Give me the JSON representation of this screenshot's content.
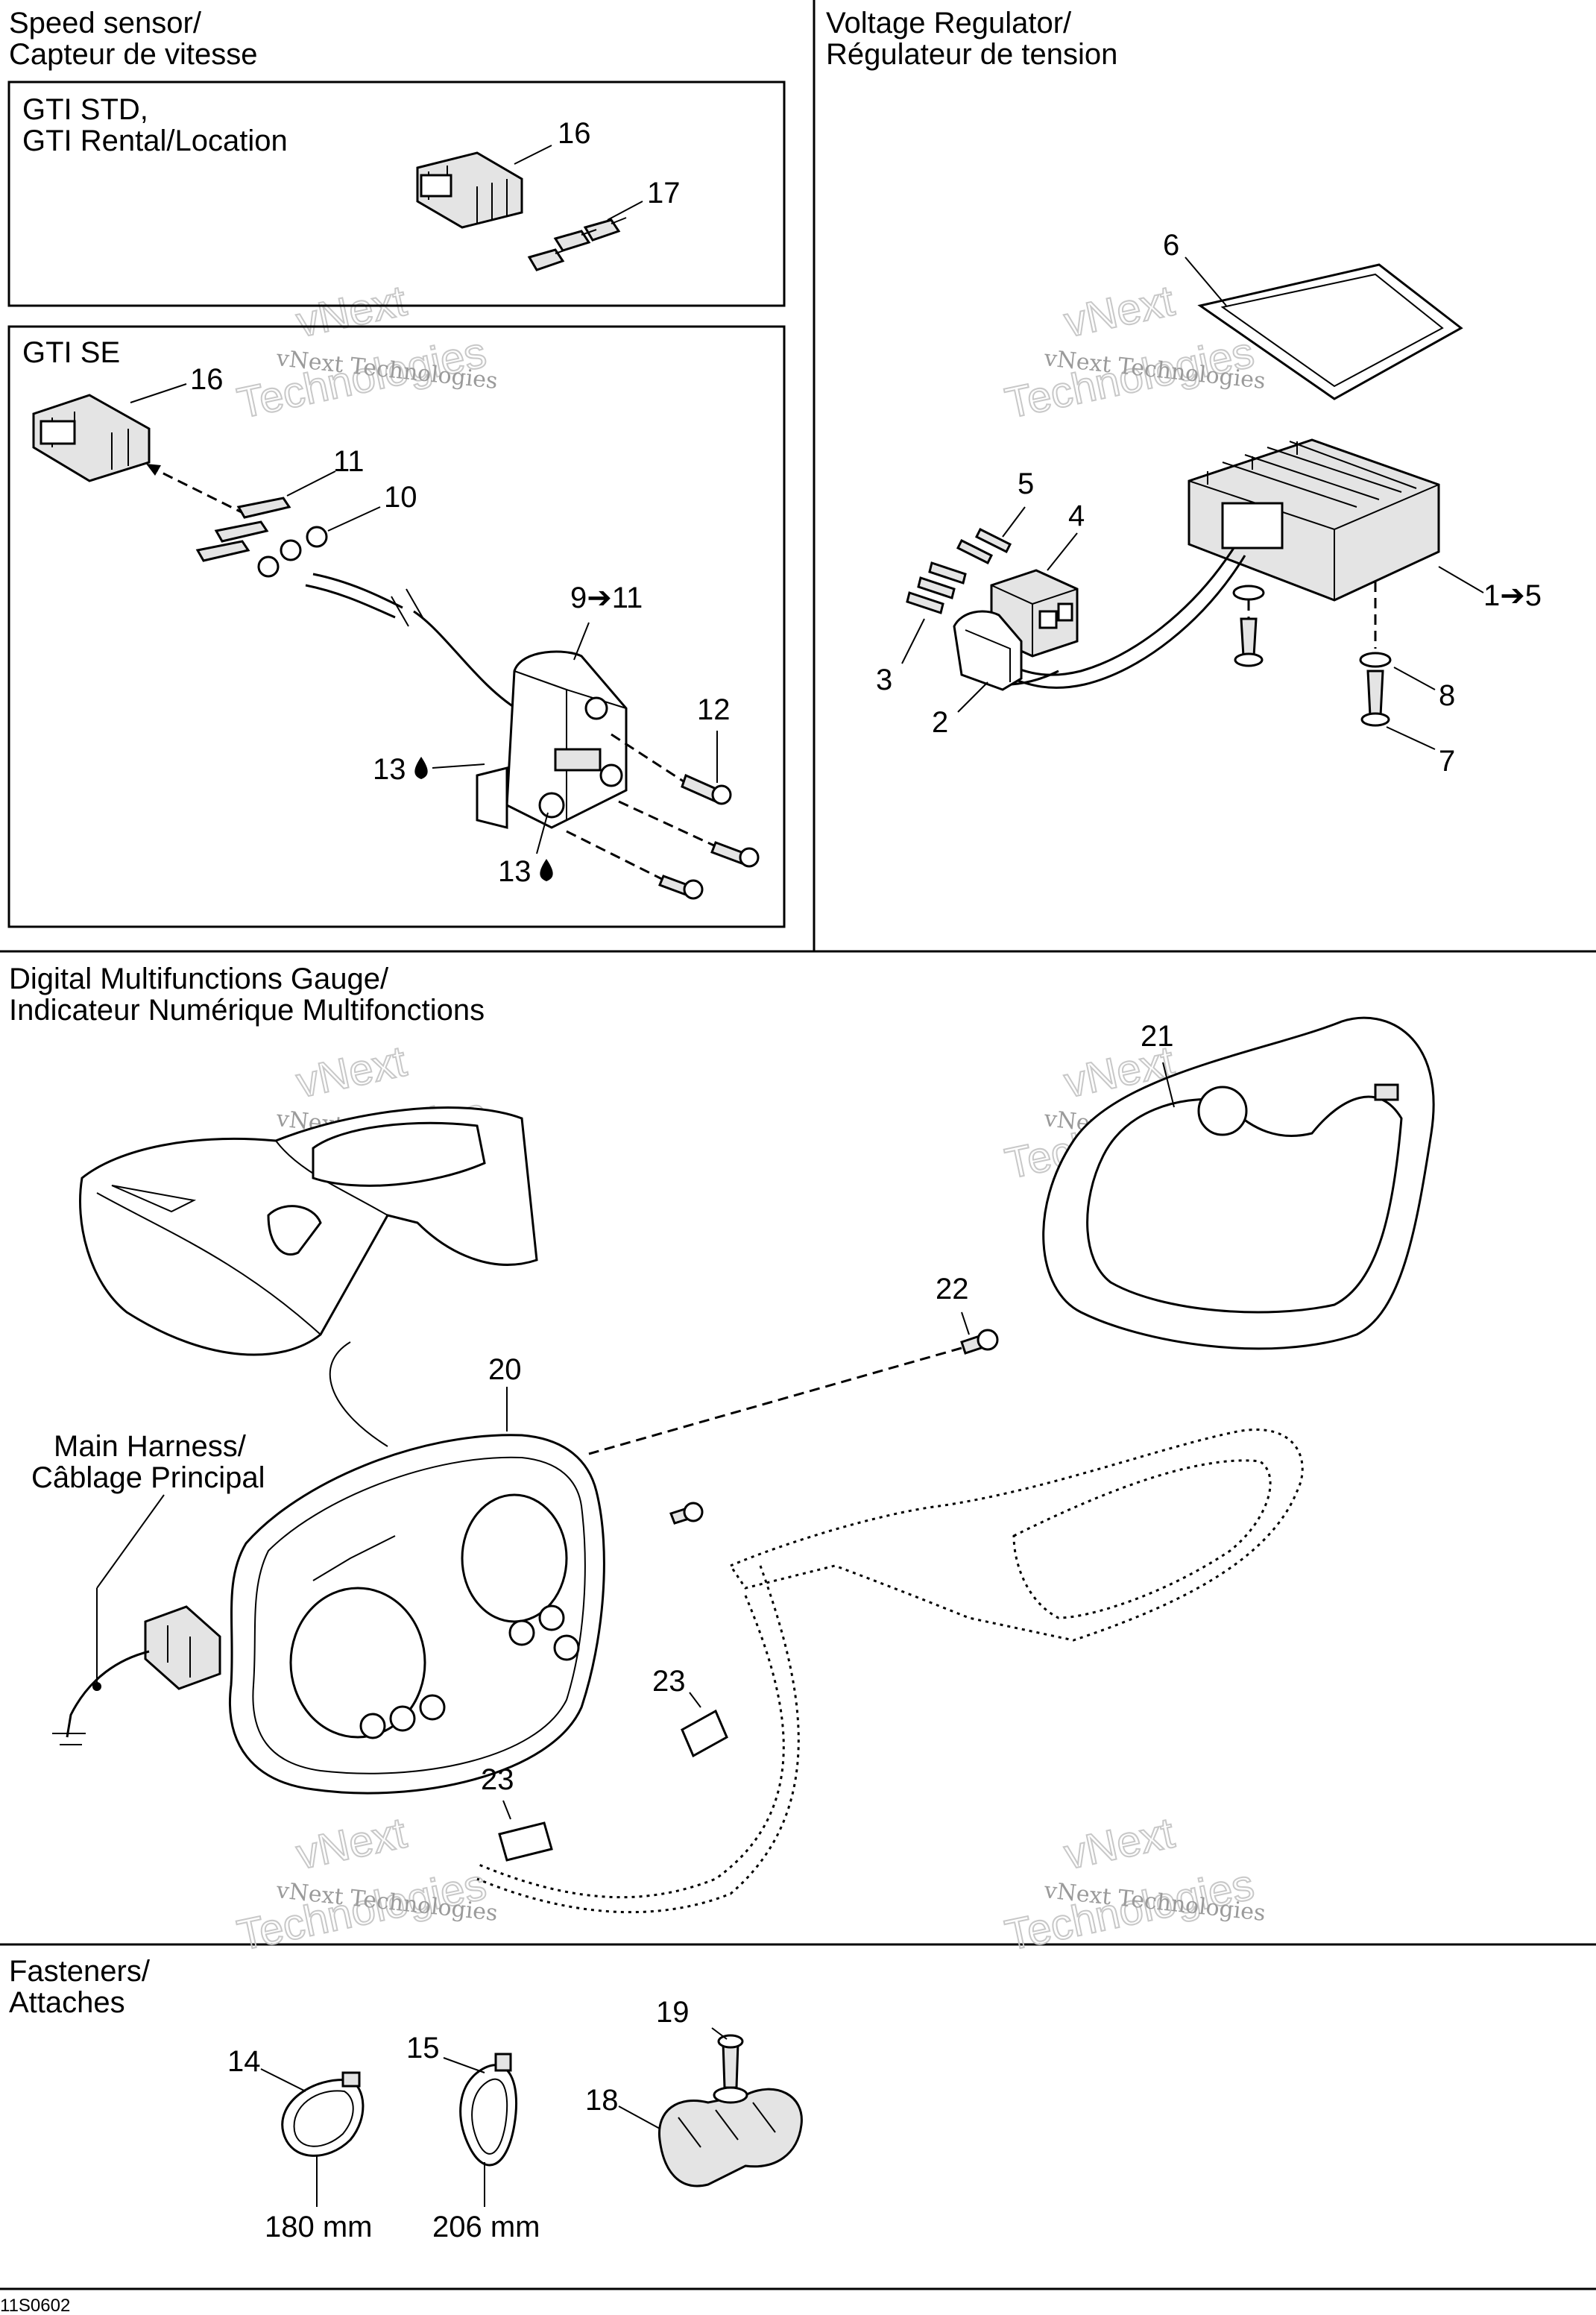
{
  "sections": {
    "speed_sensor": [
      "Speed sensor/",
      "Capteur de vitesse"
    ],
    "voltage_regulator": [
      "Voltage Regulator/",
      "Régulateur de tension"
    ],
    "gauge": [
      "Digital Multifunctions Gauge/",
      "Indicateur Numérique Multifonctions"
    ],
    "fasteners": [
      "Fasteners/",
      "Attaches"
    ]
  },
  "boxes": {
    "gti_std": [
      "GTI STD,",
      "GTI Rental/Location"
    ],
    "gti_se": [
      "GTI SE"
    ]
  },
  "main_harness": [
    "Main Harness/",
    "Câblage Principal"
  ],
  "callouts": {
    "c16a": "16",
    "c17": "17",
    "c16b": "16",
    "c11": "11",
    "c10": "10",
    "c9": "9➔11",
    "c12": "12",
    "c13a": "13",
    "c13b": "13",
    "c6": "6",
    "c5": "5",
    "c4": "4",
    "c3": "3",
    "c2": "2",
    "c1": "1➔5",
    "c8": "8",
    "c7": "7",
    "c21": "21",
    "c22": "22",
    "c20": "20",
    "c23a": "23",
    "c23b": "23",
    "c14": "14",
    "c15": "15",
    "c19": "19",
    "c18": "18"
  },
  "dimensions": {
    "d14": "180 mm",
    "d15": "206 mm"
  },
  "watermark": {
    "line1": "vNext Technologies",
    "line2_a": "vNext",
    "line2_b": "Technologies"
  },
  "footer_code": "11S0602"
}
